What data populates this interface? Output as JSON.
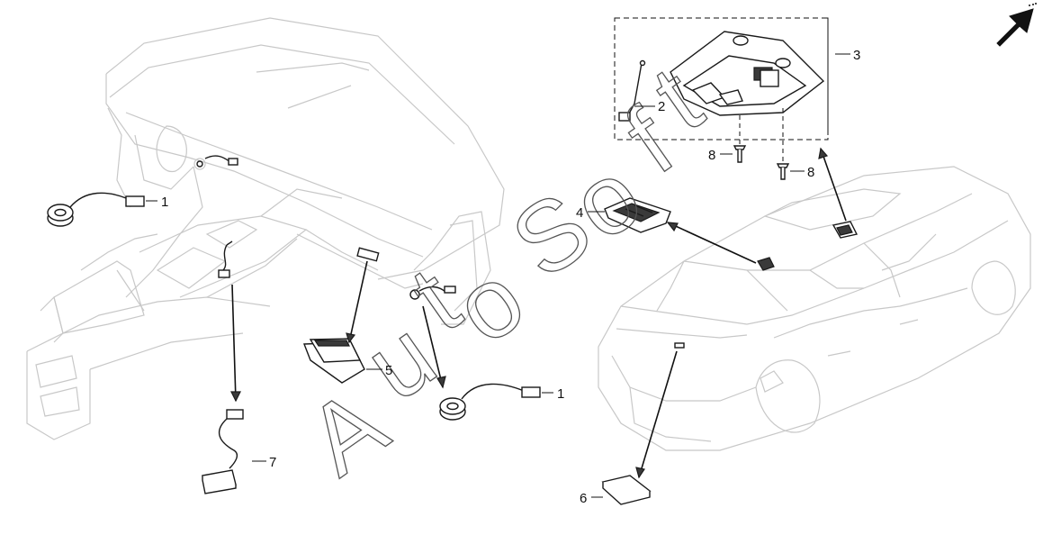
{
  "callouts": [
    {
      "id": "c1a",
      "label": "1"
    },
    {
      "id": "c1b",
      "label": "1"
    },
    {
      "id": "c2",
      "label": "2"
    },
    {
      "id": "c3",
      "label": "3"
    },
    {
      "id": "c4",
      "label": "4"
    },
    {
      "id": "c5",
      "label": "5"
    },
    {
      "id": "c6",
      "label": "6"
    },
    {
      "id": "c7",
      "label": "7"
    },
    {
      "id": "c8a",
      "label": "8"
    },
    {
      "id": "c8b",
      "label": "8"
    }
  ],
  "watermark": {
    "letters": [
      "A",
      "u",
      "t",
      "o",
      "S",
      "o",
      "f",
      "t"
    ]
  },
  "colors": {
    "line": "#c8c8c8",
    "part": "#1a1a1a",
    "background": "#ffffff"
  },
  "icons": [
    "front-direction-arrow-icon"
  ]
}
